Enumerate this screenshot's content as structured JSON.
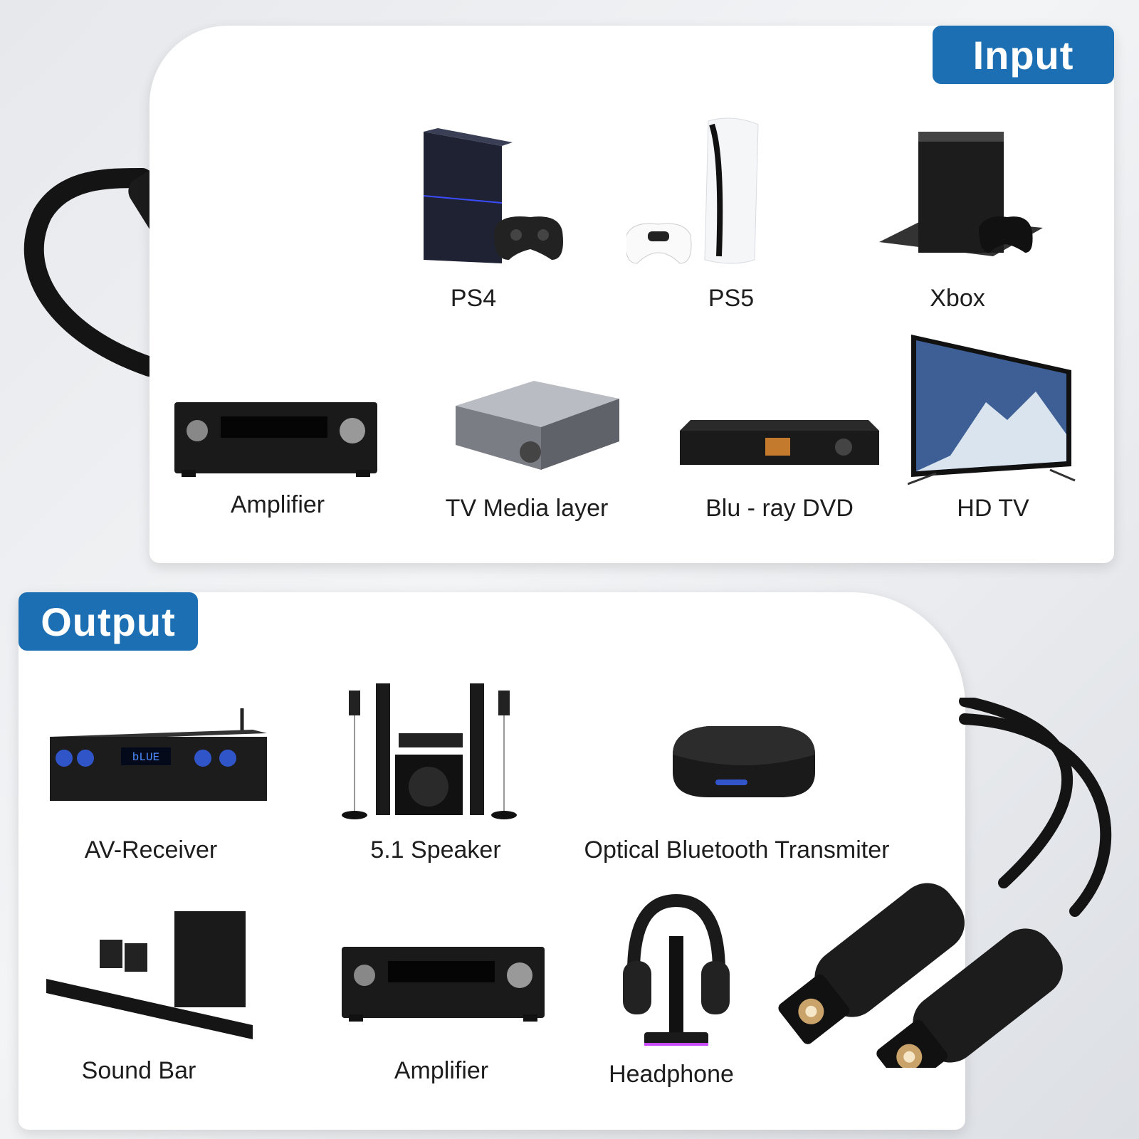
{
  "input": {
    "badge": "Input",
    "devices": [
      {
        "name": "PS4"
      },
      {
        "name": "PS5"
      },
      {
        "name": "Xbox"
      },
      {
        "name": "Amplifier"
      },
      {
        "name": "TV Media layer"
      },
      {
        "name": "Blu - ray DVD"
      },
      {
        "name": "HD TV"
      }
    ]
  },
  "output": {
    "badge": "Output",
    "devices": [
      {
        "name": "AV-Receiver"
      },
      {
        "name": "5.1 Speaker"
      },
      {
        "name": "Optical Bluetooth Transmiter"
      },
      {
        "name": "Sound Bar"
      },
      {
        "name": "Amplifier"
      },
      {
        "name": "Headphone"
      }
    ]
  },
  "receiver_display": {
    "blue": "bLUE"
  },
  "colors": {
    "badge": "#1c6fb3",
    "cable": "#141414",
    "tip": "#c9a36a"
  }
}
